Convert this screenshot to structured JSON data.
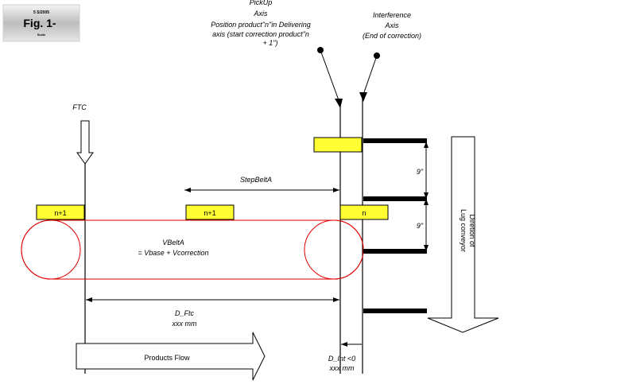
{
  "figure": {
    "badge": {
      "small_top": "5 S/2005",
      "label": "Fig. 1-",
      "small_bottom": "Scale"
    },
    "pickup_label": [
      "PickUp",
      "Axis",
      "Position product\"n\"in Delivering",
      "axis (start correction product\"n",
      "+ 1\")"
    ],
    "interference_label": [
      "Interference",
      "Axis",
      "(End of correction)"
    ],
    "ftc_label": "FTC",
    "step_label": "StepBeltA",
    "belt_speed_label": [
      "VBeltA",
      "= Vbase + Vcorrection"
    ],
    "products": [
      {
        "label": "n+1"
      },
      {
        "label": "n+1"
      },
      {
        "label": "n"
      },
      {
        "label": ""
      }
    ],
    "lug_pitch_labels": [
      "9\"",
      "9\""
    ],
    "lug_direction_label": [
      "Diretion of",
      "Lug conveyor"
    ],
    "d_ftc_label": [
      "D_Ftc",
      "xxx mm"
    ],
    "d_int_label": [
      "D_Int <0",
      "xxx mm"
    ],
    "flow_label": "Products Flow",
    "colors": {
      "product_fill": "#ffff33",
      "belt_stroke": "#e00000",
      "line": "#000000"
    }
  }
}
